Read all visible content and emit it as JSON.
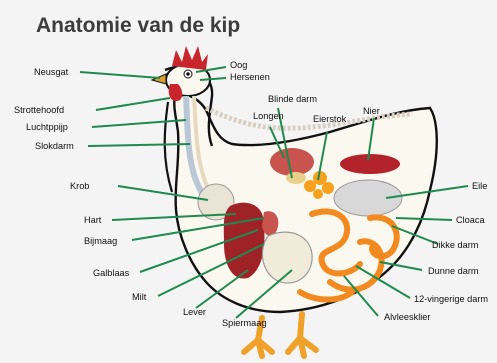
{
  "title": "Anatomie van de kip",
  "colors": {
    "leader_line": "#1f8a4f",
    "body_outline": "#111111",
    "feet": "#f0a12a",
    "comb": "#c8262c",
    "intestine": "#f28a1f",
    "organ_red": "#b3232b",
    "background": "#f4f4f4"
  },
  "labels": {
    "neusgat": "Neusgat",
    "oog": "Oog",
    "hersenen": "Hersenen",
    "blinde_darm": "Blinde darm",
    "nier": "Nier",
    "longen": "Longen",
    "eierstok": "Eierstok",
    "strottehoofd": "Strottehoofd",
    "luchtpijp": "Luchtppijp",
    "slokdarm": "Slokdarm",
    "krop": "Krob",
    "eileider": "Eile",
    "hart": "Hart",
    "bijmaag": "Bijmaag",
    "cloaca": "Cloaca",
    "dikke_darm": "Dikke darm",
    "galblaas": "Galblaas",
    "dunne_darm": "Dunne darm",
    "milt": "Milt",
    "twaalfvingerige_darm": "12-vingerige darm",
    "lever": "Lever",
    "alvleesklier": "Alvleesklier",
    "spiermaag": "Spiermaag"
  }
}
